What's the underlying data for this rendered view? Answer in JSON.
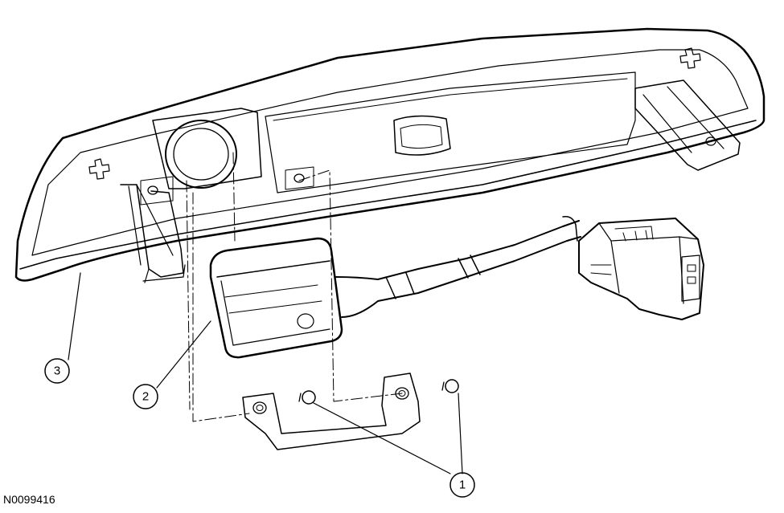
{
  "figure": {
    "id": "N0099416"
  },
  "callouts": [
    {
      "number": "1"
    },
    {
      "number": "2"
    },
    {
      "number": "3"
    }
  ],
  "colors": {
    "line": "#000000",
    "background": "#ffffff"
  }
}
